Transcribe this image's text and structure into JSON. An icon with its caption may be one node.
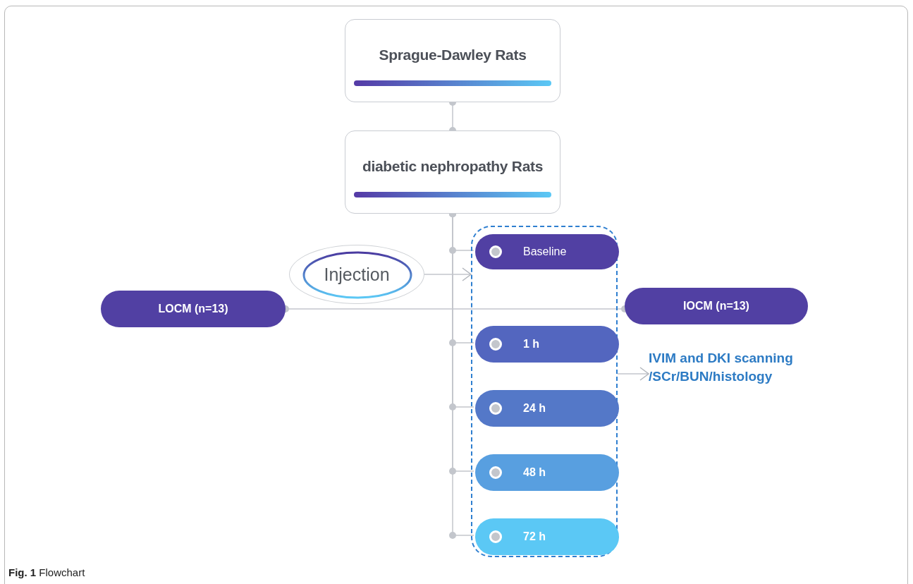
{
  "diagram": {
    "caption": "**Fig. 1** Flowchart",
    "nodes": [
      {
        "text": [
          "Sprague-Dawley Rats"
        ]
      },
      {
        "text": [
          "diabetic nephropathy Rats"
        ]
      },
      {
        "text": [
          "Injection"
        ]
      },
      {
        "text": [
          "LOCM (n=13)"
        ]
      },
      {
        "text": [
          "IOCM (n=13)"
        ]
      },
      {
        "text": [],
        "shape": "box"
      },
      {
        "text": [
          "Baseline"
        ],
        "in": 5
      },
      {
        "text": [
          "1 h"
        ],
        "in": 5
      },
      {
        "text": [
          "24 h"
        ],
        "in": 5
      },
      {
        "text": [
          "48 h"
        ],
        "in": 5
      },
      {
        "text": [
          "72 h"
        ],
        "in": 5
      },
      {
        "text": [
          "IVIM and DKI scanning /SCr/BUN/histology"
        ]
      }
    ],
    "edges": [
      {
        "from": 0,
        "to": 1,
        "arrow": "other"
      },
      {
        "from": 1,
        "to": 6,
        "arrow": "other"
      },
      {
        "from": 1,
        "to": 7,
        "arrow": "other"
      },
      {
        "from": 1,
        "to": 8,
        "arrow": "other"
      },
      {
        "from": 1,
        "to": 9,
        "arrow": "other"
      },
      {
        "from": 1,
        "to": 10,
        "arrow": "other"
      },
      {
        "from": 2,
        "to": 5,
        "arrow": "to"
      },
      {
        "from": 3,
        "to": 4,
        "arrow": "other"
      },
      {
        "from": 5,
        "to": 11,
        "arrow": "to"
      }
    ]
  }
}
